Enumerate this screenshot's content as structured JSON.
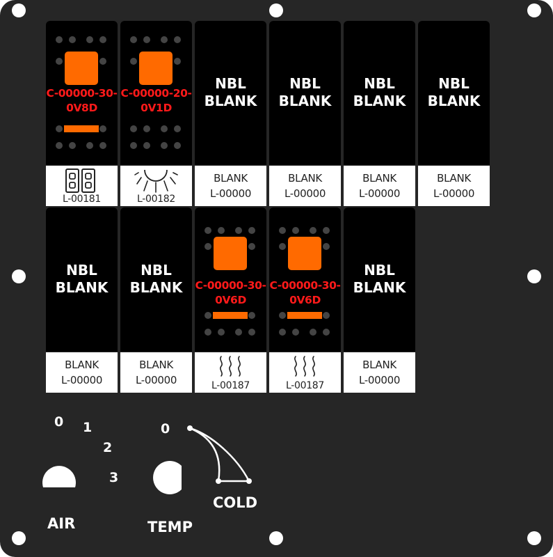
{
  "panel": {
    "background": "#262626",
    "switch_color": "#000000",
    "rocker_color": "#ff6a00",
    "code_color": "#ff1a1a"
  },
  "top_row": [
    {
      "type": "rocker",
      "code_line1": "C-00000-30-",
      "code_line2": "0V8D",
      "icon": "double-rectangle-icon",
      "label_code": "L-00181"
    },
    {
      "type": "rocker",
      "code_line1": "C-00000-20-",
      "code_line2": "0V1D",
      "icon": "light-rays-icon",
      "label_code": "L-00182"
    },
    {
      "type": "blank",
      "line1": "NBL",
      "line2": "BLANK",
      "label_top": "BLANK",
      "label_code": "L-00000"
    },
    {
      "type": "blank",
      "line1": "NBL",
      "line2": "BLANK",
      "label_top": "BLANK",
      "label_code": "L-00000"
    },
    {
      "type": "blank",
      "line1": "NBL",
      "line2": "BLANK",
      "label_top": "BLANK",
      "label_code": "L-00000"
    },
    {
      "type": "blank",
      "line1": "NBL",
      "line2": "BLANK",
      "label_top": "BLANK",
      "label_code": "L-00000"
    }
  ],
  "bottom_row": [
    {
      "type": "blank",
      "line1": "NBL",
      "line2": "BLANK",
      "label_top": "BLANK",
      "label_code": "L-00000"
    },
    {
      "type": "blank",
      "line1": "NBL",
      "line2": "BLANK",
      "label_top": "BLANK",
      "label_code": "L-00000"
    },
    {
      "type": "rocker",
      "code_line1": "C-00000-30-",
      "code_line2": "0V6D",
      "icon": "heat-waves-icon",
      "label_code": "L-00187"
    },
    {
      "type": "rocker",
      "code_line1": "C-00000-30-",
      "code_line2": "0V6D",
      "icon": "heat-waves-icon",
      "label_code": "L-00187"
    },
    {
      "type": "blank",
      "line1": "NBL",
      "line2": "BLANK",
      "label_top": "BLANK",
      "label_code": "L-00000"
    }
  ],
  "air_knob": {
    "label": "AIR",
    "positions": [
      "0",
      "1",
      "2",
      "3"
    ]
  },
  "temp_knob": {
    "label": "TEMP",
    "position_zero": "0",
    "cold_label": "COLD"
  }
}
